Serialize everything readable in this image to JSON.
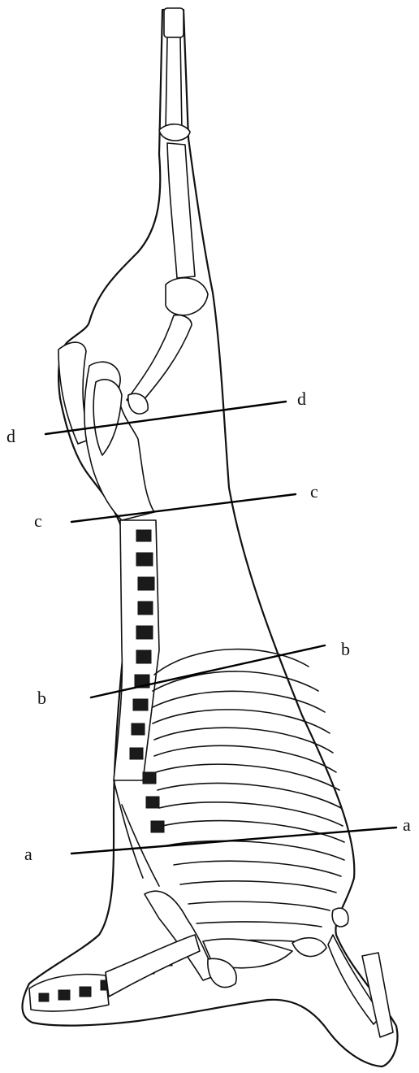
{
  "cut_lines": [
    {
      "id": "d",
      "left_label": "d",
      "right_label": "d"
    },
    {
      "id": "c",
      "left_label": "c",
      "right_label": "c"
    },
    {
      "id": "b",
      "left_label": "b",
      "right_label": "b"
    },
    {
      "id": "a",
      "left_label": "a",
      "right_label": "a"
    }
  ]
}
